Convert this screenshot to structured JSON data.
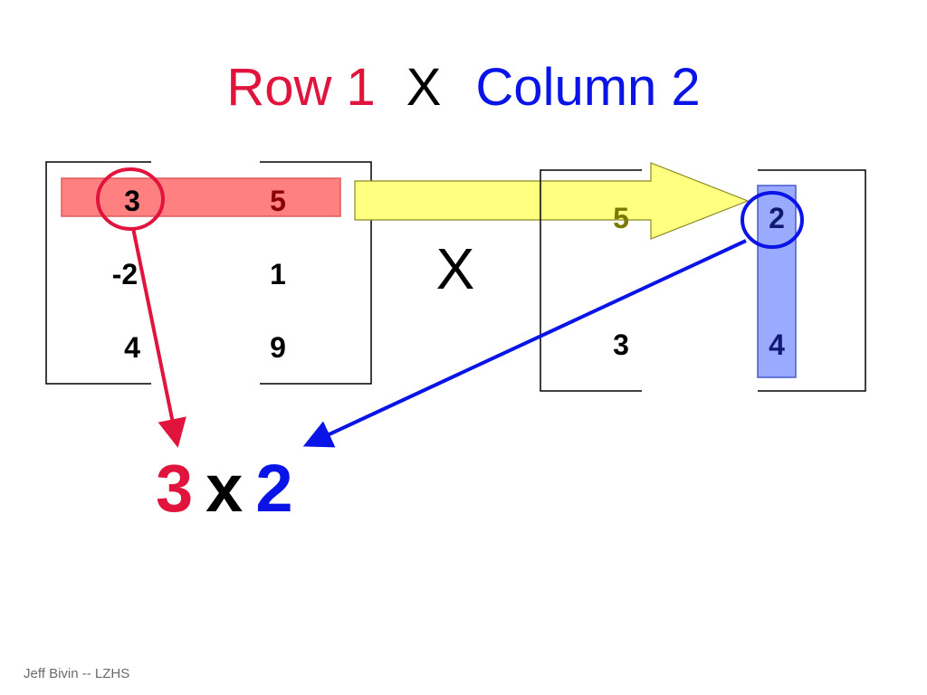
{
  "title": {
    "row_part": "Row 1",
    "operator": "X",
    "col_part": "Column 2"
  },
  "matrix_a": {
    "rows": [
      [
        "3",
        "5"
      ],
      [
        "-2",
        "1"
      ],
      [
        "4",
        "9"
      ]
    ]
  },
  "matrix_b": {
    "rows": [
      [
        "5",
        "2"
      ],
      [
        "3",
        "4"
      ]
    ]
  },
  "multiply_sign": "X",
  "result": {
    "left": "3",
    "operator": "x",
    "right": "2"
  },
  "footer": "Jeff Bivin -- LZHS",
  "colors": {
    "red": "#e0143c",
    "blue": "#0a14e6",
    "row_highlight": "#ff8080",
    "col_highlight": "#99aaff",
    "arrow_yellow": "#ffff80"
  }
}
